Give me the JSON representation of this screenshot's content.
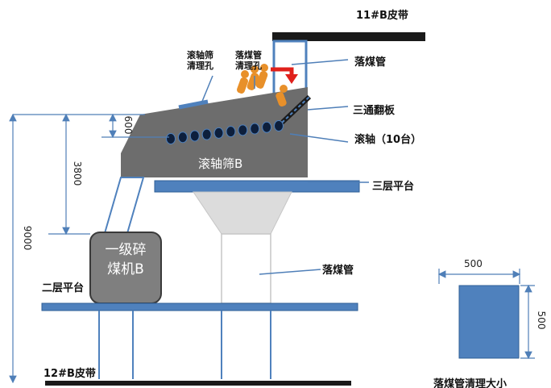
{
  "labels": {
    "belt_11b": "11#B皮带",
    "drop_pipe_top": "落煤管",
    "roller_screen_cleanout": "滚轴筛\n清理孔",
    "drop_pipe_cleanout": "落煤管\n清理孔",
    "tee_flap": "三通翻板",
    "rollers": "滚轴（10台）",
    "roller_screen_b": "滚轴筛B",
    "third_floor": "三层平台",
    "crusher_b": "一级碎\n煤机B",
    "second_floor": "二层平台",
    "drop_pipe_lower": "落煤管",
    "belt_12b": "12#B皮带",
    "bottom_note": "落煤管清理大小"
  },
  "dimensions": {
    "d600": "600",
    "d3800": "3800",
    "d9000": "9000",
    "d500_w": "500",
    "d500_h": "500"
  },
  "colors": {
    "steel_blue": "#4f81bd",
    "screen_gray": "#6d6d6d",
    "crusher_gray": "#7f7f7f",
    "funnel_gray": "#dcdcdc",
    "worker_orange": "#e8902a",
    "arrow_red": "#e0201b",
    "dim_line": "#4f7fb8"
  },
  "counts": {
    "rollers": 10
  }
}
